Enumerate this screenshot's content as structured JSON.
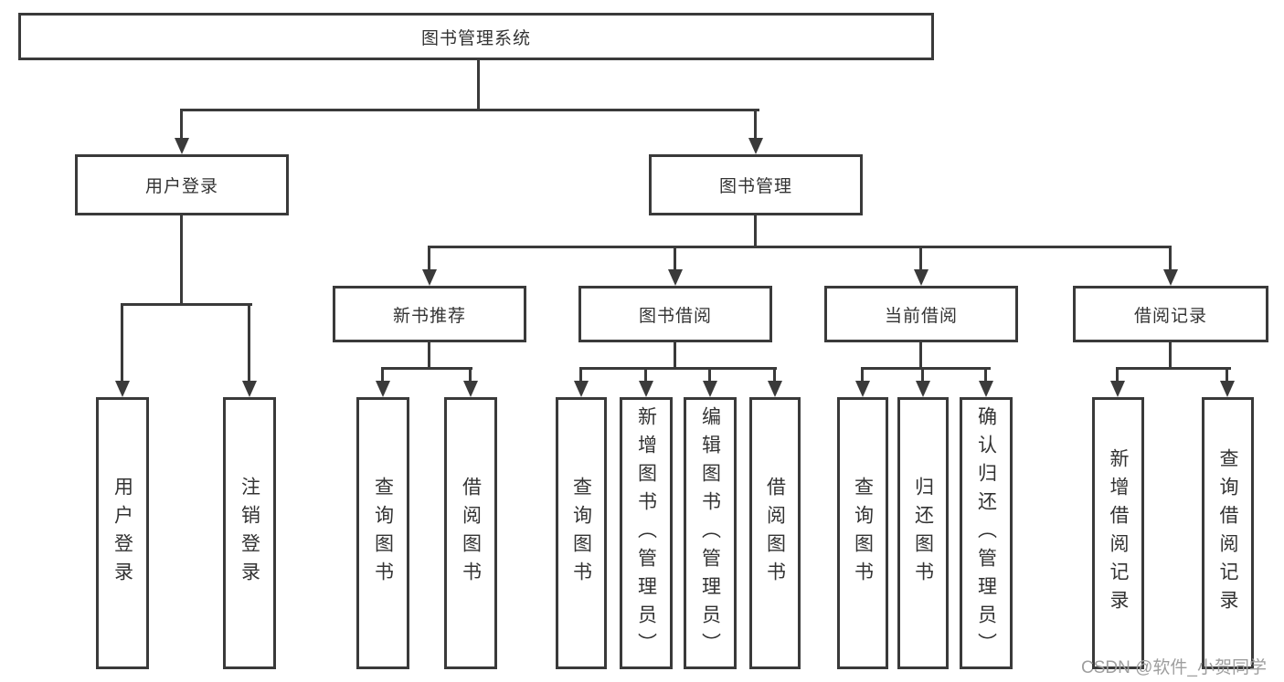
{
  "diagram": {
    "root": {
      "label": "图书管理系统"
    },
    "branches": [
      {
        "label": "用户登录",
        "children": [
          {
            "label": "用户登录"
          },
          {
            "label": "注销登录"
          }
        ]
      },
      {
        "label": "图书管理",
        "children": [
          {
            "label": "新书推荐",
            "children": [
              {
                "label": "查询图书"
              },
              {
                "label": "借阅图书"
              }
            ]
          },
          {
            "label": "图书借阅",
            "children": [
              {
                "label": "查询图书"
              },
              {
                "label": "新增图书（管理员）"
              },
              {
                "label": "编辑图书（管理员）"
              },
              {
                "label": "借阅图书"
              }
            ]
          },
          {
            "label": "当前借阅",
            "children": [
              {
                "label": "查询图书"
              },
              {
                "label": "归还图书"
              },
              {
                "label": "确认归还（管理员）"
              }
            ]
          },
          {
            "label": "借阅记录",
            "children": [
              {
                "label": "新增借阅记录"
              },
              {
                "label": "查询借阅记录"
              }
            ]
          }
        ]
      }
    ]
  },
  "watermark": {
    "text": "CSDN @软件_小贺同学"
  },
  "colors": {
    "line": "#3a3a3a",
    "text": "#333333",
    "watermark": "#9e9e9e",
    "background": "#ffffff"
  }
}
